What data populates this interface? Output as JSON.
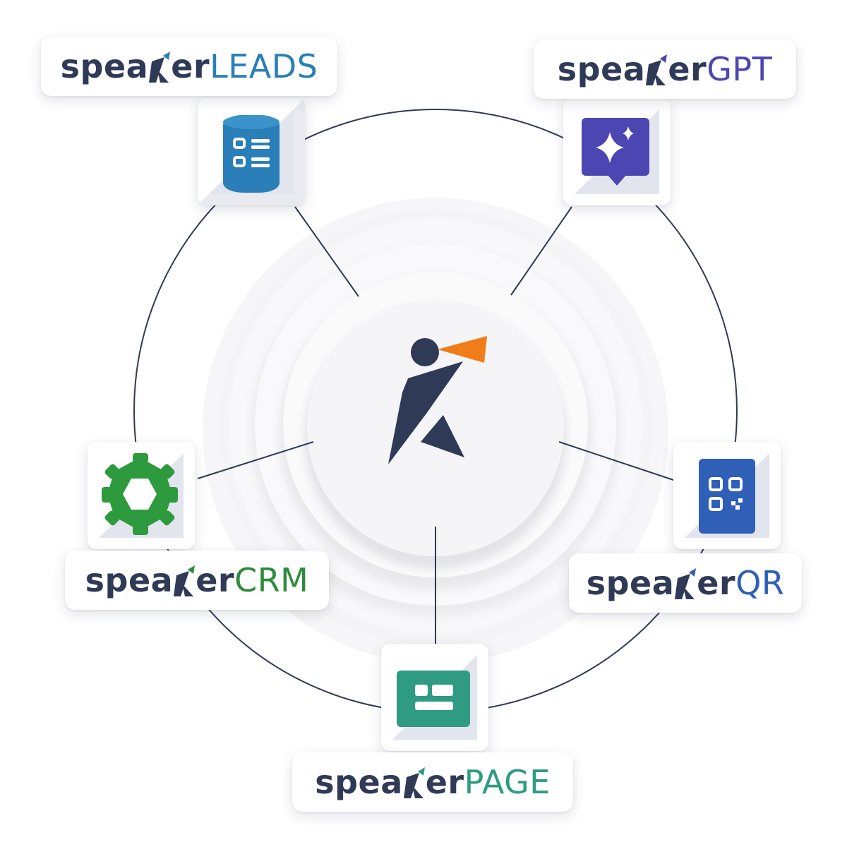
{
  "brand_prefix_a": "spea",
  "brand_prefix_b": "er",
  "products": [
    {
      "id": "leads",
      "suffix": "LEADS",
      "color": "#2a7fb8"
    },
    {
      "id": "gpt",
      "suffix": "GPT",
      "color": "#4b46b2"
    },
    {
      "id": "crm",
      "suffix": "CRM",
      "color": "#2e8b3e"
    },
    {
      "id": "qr",
      "suffix": "QR",
      "color": "#2f5fb6"
    },
    {
      "id": "page",
      "suffix": "PAGE",
      "color": "#2e9b82"
    }
  ],
  "colors": {
    "navy": "#2f3a56",
    "accent_orange": "#f07d1a",
    "leads_icon": "#2a7fb8",
    "gpt_icon": "#4b46b2",
    "crm_icon": "#2e9a3e",
    "qr_icon": "#2f5fb6",
    "page_icon": "#2e9b82"
  },
  "icons": {
    "center": "speaker-logo-icon",
    "leads": "database-list-icon",
    "gpt": "sparkle-chat-icon",
    "crm": "hexagon-gear-icon",
    "qr": "qr-code-icon",
    "page": "profile-card-icon"
  }
}
